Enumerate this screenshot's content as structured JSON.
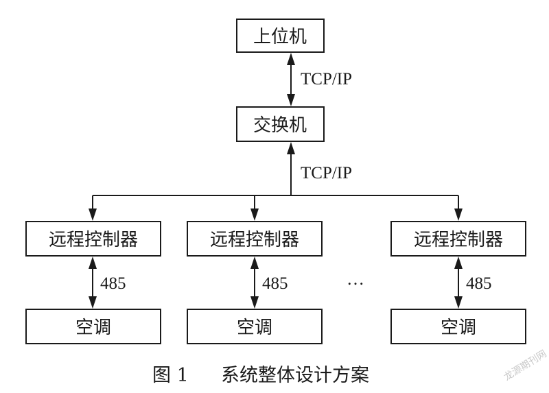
{
  "nodes": {
    "host_pc": "上位机",
    "switch": "交换机",
    "controller_1": "远程控制器",
    "controller_2": "远程控制器",
    "controller_3": "远程控制器",
    "ac_1": "空调",
    "ac_2": "空调",
    "ac_3": "空调"
  },
  "edges": {
    "host_switch": "TCP/IP",
    "switch_controllers": "TCP/IP",
    "controller_ac_1": "485",
    "controller_ac_2": "485",
    "controller_ac_3": "485"
  },
  "ellipsis": "…",
  "caption": {
    "figure_no": "图 1",
    "title": "系统整体设计方案"
  },
  "watermark": "龙源期刊网"
}
